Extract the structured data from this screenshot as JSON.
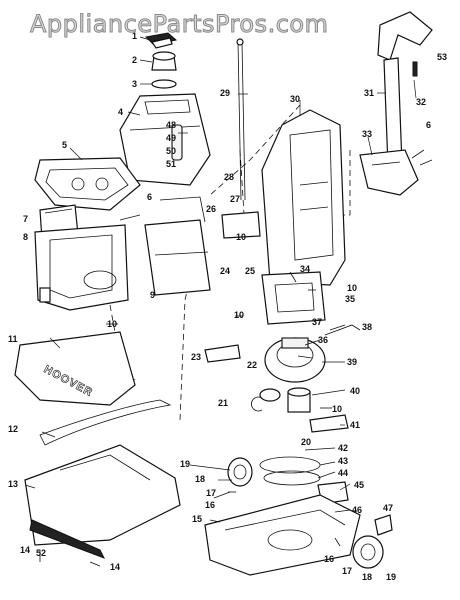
{
  "watermark": "AppliancePartsPros.com",
  "brand_text": "HOOVER",
  "colors": {
    "line": "#111111",
    "watermark_fill": "#d8d8d8",
    "watermark_stroke": "#8a8a8a"
  },
  "callouts": [
    "1",
    "2",
    "3",
    "4",
    "5",
    "6",
    "6",
    "7",
    "8",
    "9",
    "10",
    "10",
    "10",
    "10",
    "10",
    "11",
    "12",
    "13",
    "14",
    "14",
    "15",
    "16",
    "16",
    "17",
    "17",
    "18",
    "18",
    "19",
    "19",
    "20",
    "21",
    "22",
    "23",
    "24",
    "25",
    "26",
    "27",
    "28",
    "29",
    "30",
    "31",
    "32",
    "33",
    "34",
    "35",
    "36",
    "37",
    "38",
    "39",
    "40",
    "41",
    "42",
    "43",
    "44",
    "45",
    "46",
    "47",
    "48",
    "49",
    "50",
    "51",
    "52",
    "53"
  ]
}
